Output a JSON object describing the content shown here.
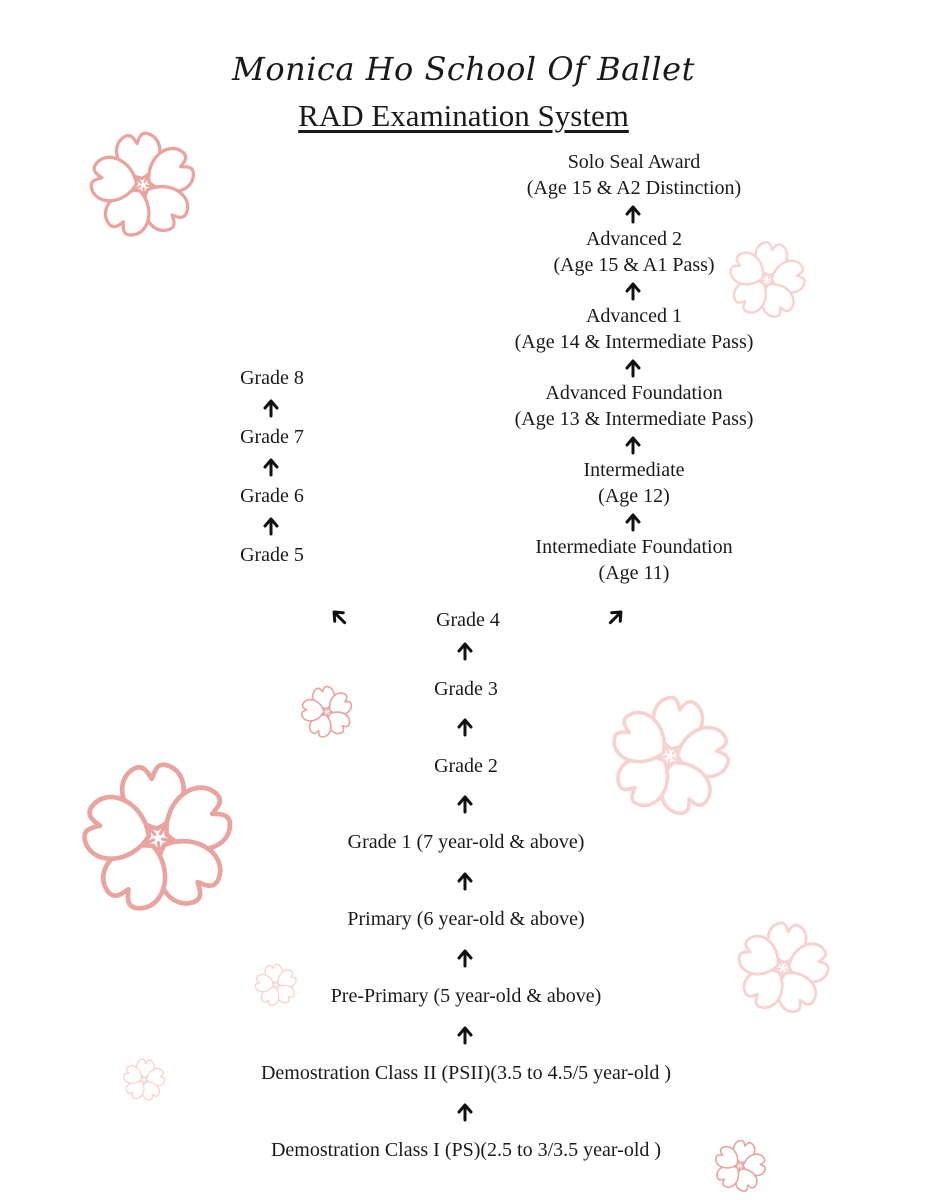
{
  "title": "Monica Ho School Of Ballet",
  "subtitle": "RAD Examination System",
  "left_column": [
    {
      "label": "Grade 8"
    },
    {
      "label": "Grade 7"
    },
    {
      "label": "Grade 6"
    },
    {
      "label": "Grade 5"
    }
  ],
  "right_column": [
    {
      "label": "Solo Seal Award",
      "detail": "(Age 15 & A2 Distinction)"
    },
    {
      "label": "Advanced 2",
      "detail": "(Age 15 & A1 Pass)"
    },
    {
      "label": "Advanced 1",
      "detail": "(Age 14 & Intermediate Pass)"
    },
    {
      "label": "Advanced Foundation",
      "detail": "(Age 13 & Intermediate Pass)"
    },
    {
      "label": "Intermediate",
      "detail": "(Age 12)"
    },
    {
      "label": "Intermediate Foundation",
      "detail": "(Age 11)"
    }
  ],
  "center_column": [
    {
      "label": "Grade 4"
    },
    {
      "label": "Grade 3"
    },
    {
      "label": "Grade 2"
    },
    {
      "label": "Grade 1 (7 year-old & above)"
    },
    {
      "label": "Primary (6 year-old & above)"
    },
    {
      "label": "Pre-Primary (5 year-old & above)"
    },
    {
      "label": "Demostration Class II (PSII)(3.5 to 4.5/5 year-old )"
    },
    {
      "label": "Demostration Class I (PS)(2.5 to 3/3.5 year-old )"
    }
  ],
  "icons": {
    "arrow_up": "arrow-up-icon",
    "arrow_up_left": "arrow-up-left-icon",
    "arrow_up_right": "arrow-up-right-icon",
    "flower": "cherry-blossom-icon"
  },
  "colors": {
    "text": "#1a1a1a",
    "flower_outline": "#e9a4a0",
    "flower_light": "#f6d3d0"
  }
}
